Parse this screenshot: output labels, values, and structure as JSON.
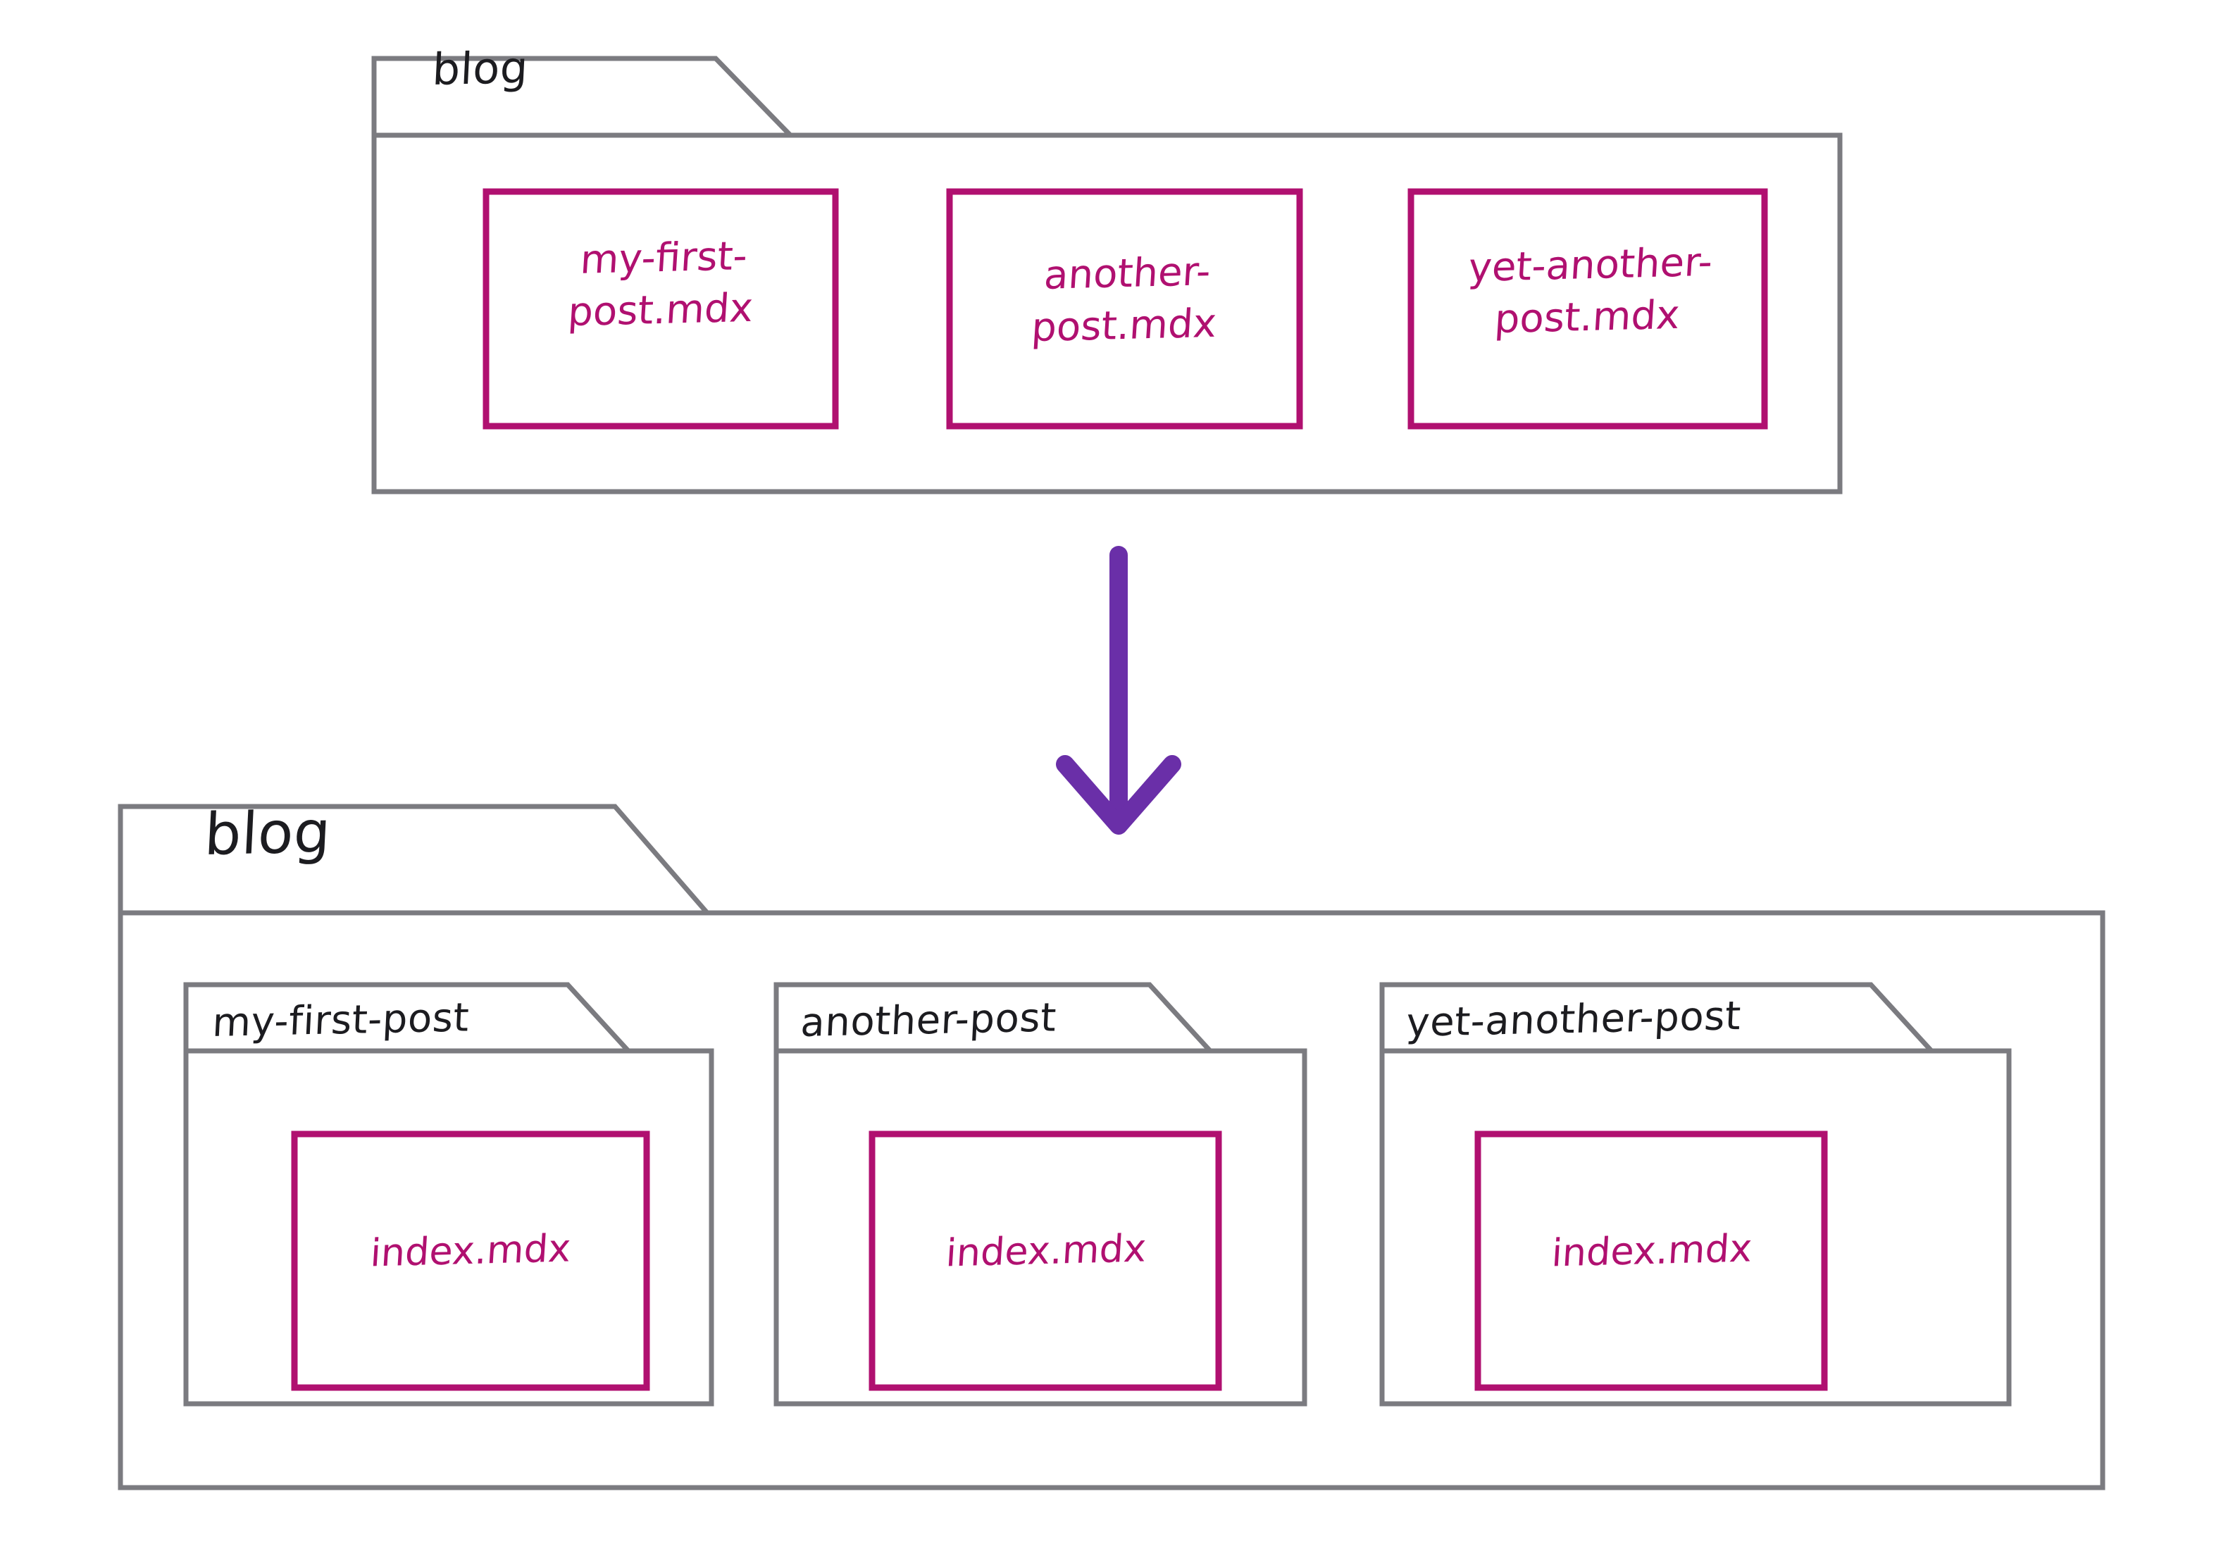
{
  "diagram": {
    "title": "blog folder restructure: flat mdx files to per-post folders with index.mdx",
    "colors": {
      "folder_outline": "#7b7b80",
      "file_outline": "#b01070",
      "file_text": "#b01070",
      "folder_label_text": "#1c1c20",
      "arrow": "#6a2fa8",
      "background": "#ffffff"
    }
  },
  "before": {
    "folder_label": "blog",
    "files": [
      {
        "name": "my-first-post.mdx",
        "line1": "my-first-",
        "line2": "post.mdx"
      },
      {
        "name": "another-post.mdx",
        "line1": "another-",
        "line2": "post.mdx"
      },
      {
        "name": "yet-another-post.mdx",
        "line1": "yet-another-",
        "line2": "post.mdx"
      }
    ]
  },
  "arrow": {
    "direction": "down",
    "icon": "arrow-down-icon"
  },
  "after": {
    "folder_label": "blog",
    "subfolders": [
      {
        "label": "my-first-post",
        "file": "index.mdx"
      },
      {
        "label": "another-post",
        "file": "index.mdx"
      },
      {
        "label": "yet-another-post",
        "file": "index.mdx"
      }
    ]
  }
}
